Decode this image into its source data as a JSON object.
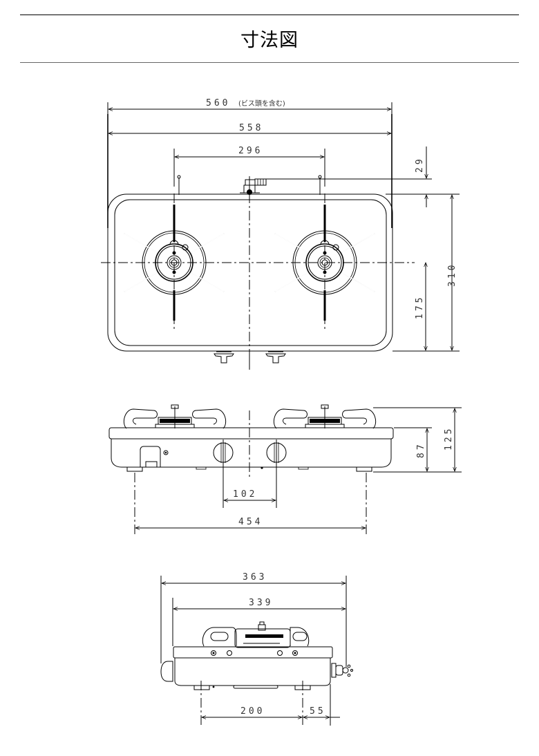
{
  "header": {
    "title": "寸法図"
  },
  "top_view": {
    "dims": {
      "overall_width_incl_screw": "560",
      "overall_width_note": "(ビス頭を含む)",
      "body_width": "558",
      "burner_pitch": "296",
      "gas_inlet_offset": "29",
      "depth": "310",
      "burner_center_from_front": "175"
    }
  },
  "front_view": {
    "dims": {
      "knob_pitch": "102",
      "foot_pitch": "454",
      "body_height": "87",
      "overall_height": "125"
    }
  },
  "side_view": {
    "dims": {
      "overall_depth": "363",
      "body_depth": "339",
      "foot_pitch": "200",
      "foot_to_inlet": "55"
    }
  }
}
